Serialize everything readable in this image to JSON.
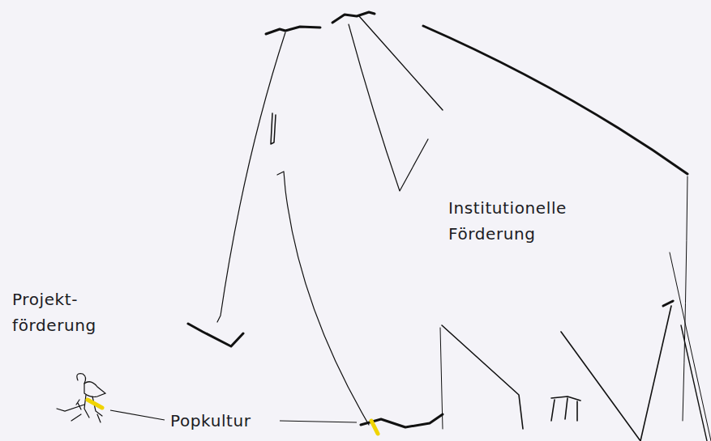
{
  "diagram": {
    "labels": [
      "Institutionelle Förderung",
      "Projekt- förderung",
      "Popkultur"
    ]
  }
}
